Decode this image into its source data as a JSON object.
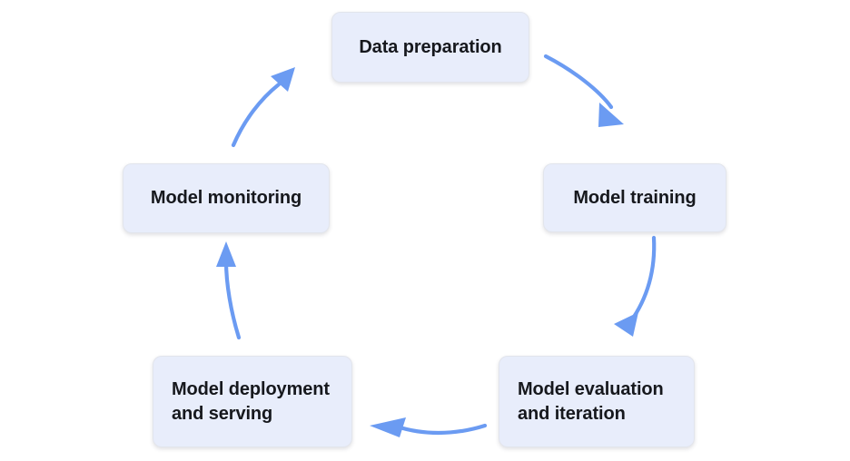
{
  "diagram": {
    "type": "cycle",
    "title": "",
    "background_color": "#ffffff",
    "node_fill_color": "#e8edfb",
    "node_border_color": "#e2e5ec",
    "node_text_color": "#16181d",
    "arrow_color": "#6b9bf2",
    "nodes": [
      {
        "id": "data-preparation",
        "label": "Data preparation",
        "align": "center"
      },
      {
        "id": "model-training",
        "label": "Model training",
        "align": "center"
      },
      {
        "id": "model-evaluation",
        "label": "Model evaluation\nand iteration",
        "align": "left"
      },
      {
        "id": "model-deployment",
        "label": "Model deployment\nand serving",
        "align": "left"
      },
      {
        "id": "model-monitoring",
        "label": "Model monitoring",
        "align": "center"
      }
    ],
    "edges": [
      {
        "id": "edge-prep-to-training",
        "from": "data-preparation",
        "to": "model-training"
      },
      {
        "id": "edge-training-to-evaluation",
        "from": "model-training",
        "to": "model-evaluation"
      },
      {
        "id": "edge-evaluation-to-deployment",
        "from": "model-evaluation",
        "to": "model-deployment"
      },
      {
        "id": "edge-deployment-to-monitoring",
        "from": "model-deployment",
        "to": "model-monitoring"
      },
      {
        "id": "edge-monitoring-to-prep",
        "from": "model-monitoring",
        "to": "data-preparation"
      }
    ]
  }
}
